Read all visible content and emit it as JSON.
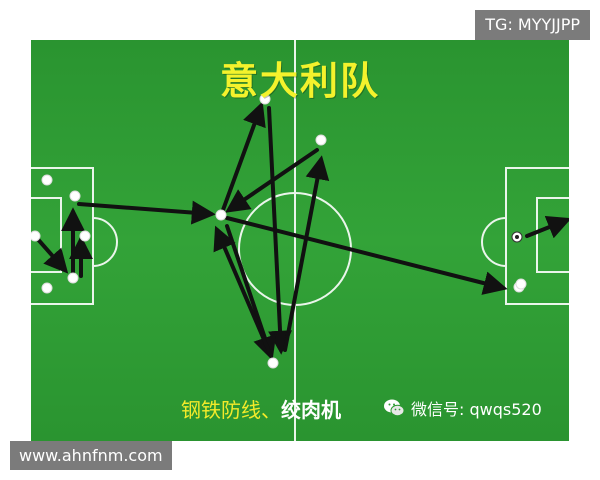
{
  "watermarks": {
    "top_right": "TG: MYYJJPP",
    "bottom_left": "www.ahnfnm.com"
  },
  "pitch": {
    "title": "意大利队",
    "caption_part1": "钢铁防线、",
    "caption_part2": "绞肉机",
    "wechat_label": "微信号: qwqs520",
    "colors": {
      "grass": "#2e9a32",
      "lines": "#ffffff",
      "arrows": "#111111",
      "title": "#f4f22c"
    }
  }
}
